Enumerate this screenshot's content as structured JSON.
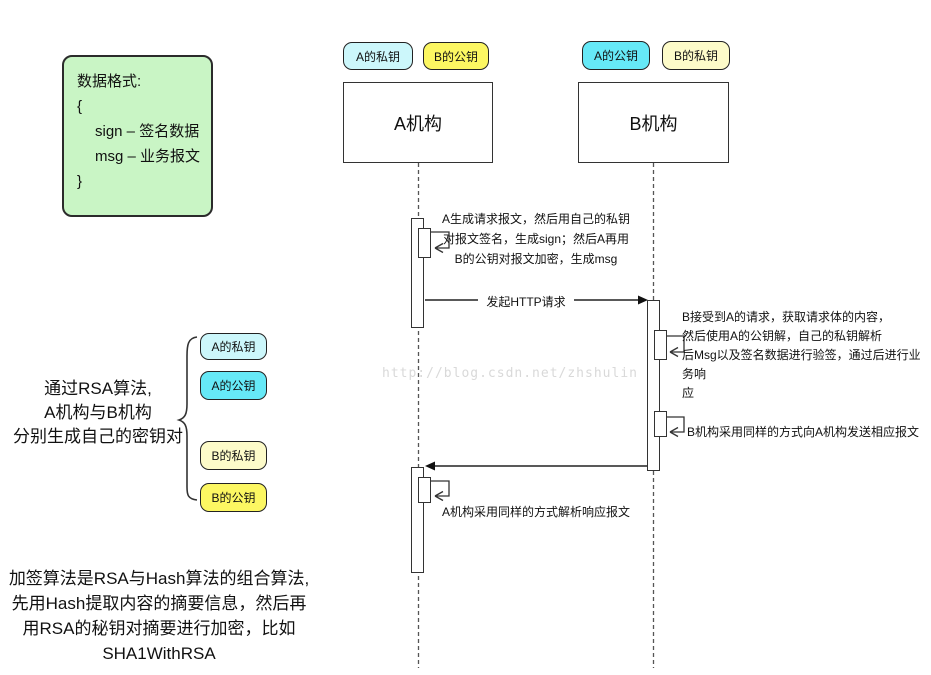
{
  "data_format": {
    "lines": [
      "数据格式:",
      "{",
      "sign – 签名数据",
      "msg – 业务报文",
      "}"
    ]
  },
  "keys": {
    "a_private": {
      "label": "A的私钥",
      "color": "#ccf7fb"
    },
    "a_public": {
      "label": "A的公钥",
      "color": "#66e9f7"
    },
    "b_private": {
      "label": "B的私钥",
      "color": "#fdfbc9"
    },
    "b_public": {
      "label": "B的公钥",
      "color": "#fcf762"
    }
  },
  "actors": {
    "a": {
      "title": "A机构"
    },
    "b": {
      "title": "B机构"
    }
  },
  "notes": {
    "rsa": [
      "通过RSA算法,",
      "A机构与B机构",
      "分别生成自己的密钥对"
    ],
    "sign_algo": [
      "加签算法是RSA与Hash算法的组合算法,",
      "先用Hash提取内容的摘要信息，然后再",
      "用RSA的秘钥对摘要进行加密，比如",
      "SHA1WithRSA"
    ],
    "a_step1": [
      "A生成请求报文，然后用自己的私钥",
      "对报文签名，生成sign；然后A再用",
      "B的公钥对报文加密，生成msg"
    ],
    "b_step1": [
      "B接受到A的请求，获取请求体的内容，",
      "然后使用A的公钥解，自己的私钥解析",
      "后Msg以及签名数据进行验签，通过后进行业务响",
      "应"
    ],
    "b_step2": "B机构采用同样的方式向A机构发送相应报文",
    "a_step2": "A机构采用同样的方式解析响应报文"
  },
  "messages": {
    "http_request": "发起HTTP请求"
  },
  "watermark": "http://blog.csdn.net/zhshulin",
  "colors": {
    "green_note_bg": "#c9f5c5",
    "line": "#333333",
    "watermark": "#d9d9d9"
  }
}
